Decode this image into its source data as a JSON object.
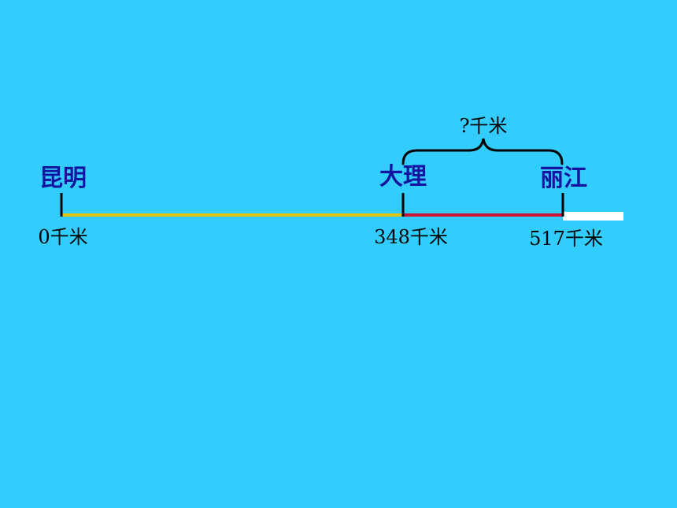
{
  "diagram": {
    "question_label": "?千米",
    "cities": [
      {
        "name": "昆明",
        "km_label": "0千米"
      },
      {
        "name": "大理",
        "km_label": "348千米"
      },
      {
        "name": "丽江",
        "km_label": "517千米"
      }
    ],
    "colors": {
      "background": "#33CCFF",
      "segment_kunming_dali": "#E6C200",
      "segment_dali_lijiang": "#CC1133",
      "segment_remaining": "#FFFFFF",
      "tick": "#000000",
      "brace": "#000000",
      "city_text": "#1414A0"
    }
  }
}
